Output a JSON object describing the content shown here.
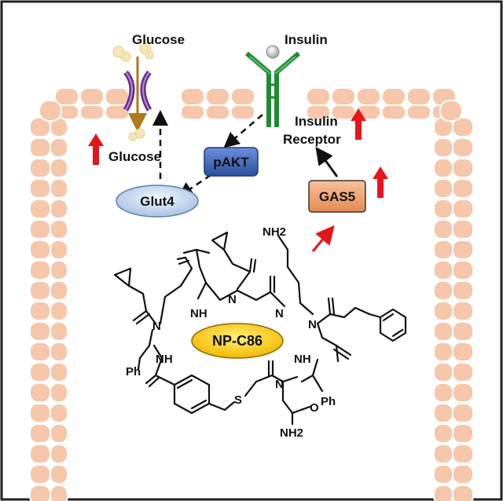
{
  "labels": {
    "glucose_top": "Glucose",
    "insulin": "Insulin",
    "insulin_receptor_line1": "Insulin",
    "insulin_receptor_line2": "Receptor",
    "glucose_inside": "Glucose",
    "pakt": "pAKT",
    "glut4": "Glut4",
    "gas5": "GAS5",
    "compound": "NP-C86"
  },
  "atoms": {
    "nh2_top": "NH2",
    "n_left": "N",
    "nh_upper_left": "NH",
    "n_center": "N",
    "n_center_right": "N",
    "nh_left": "NH",
    "n_right": "N",
    "nh_right": "NH",
    "ph_left": "Ph",
    "ph_right": "Ph",
    "s": "S",
    "n_bottom": "N",
    "nh2_bottom": "NH2",
    "o": "O"
  },
  "colors": {
    "cell_fill": "#f6c7aa",
    "cell_stroke": "#ffffff",
    "border": "#222222",
    "arrow_red": "#e8141b",
    "pakt_fill": "#3b62b8",
    "glut4_fill": "#bcd3ec",
    "gas5_fill": "#f0a070",
    "compound_fill": "#ffcc00",
    "receptor_green": "#1f8a34",
    "transporter_purple": "#6a2c8c",
    "glucose_arrow": "#b07a1a"
  },
  "icons": {
    "glucose_molecule": "glucose-cluster-icon",
    "insulin_molecule": "insulin-ball-icon",
    "receptor": "insulin-receptor-icon",
    "transporter": "glucose-transporter-icon",
    "up_arrow": "up-arrow-icon"
  }
}
